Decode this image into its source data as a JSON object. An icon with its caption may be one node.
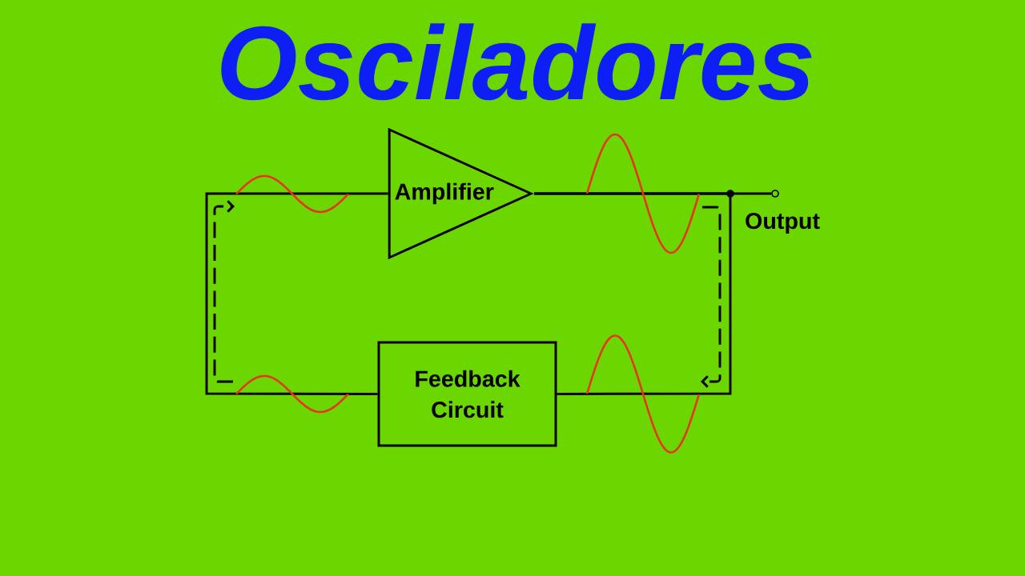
{
  "diagram": {
    "title": "Osciladores",
    "nodes": [
      {
        "text": [
          "Amplifier"
        ]
      },
      {
        "text": [
          "Feedback Circuit"
        ]
      },
      {
        "text": [],
        "shape": "circle",
        "beside": [
          "Output"
        ]
      }
    ],
    "edges": [
      {
        "from": 0,
        "to": 2,
        "arrow": "none"
      },
      {
        "from": 0,
        "to": 1,
        "arrow": "none"
      },
      {
        "from": 1,
        "to": 0,
        "arrow": "none"
      }
    ]
  }
}
